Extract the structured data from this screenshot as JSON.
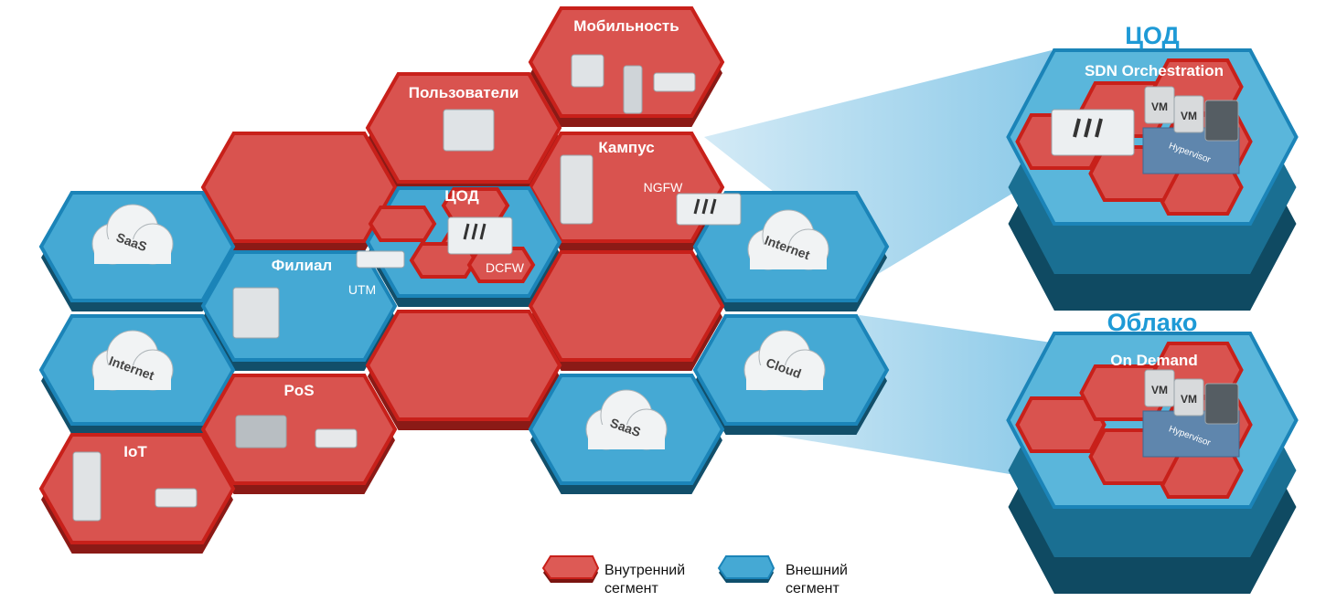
{
  "colors": {
    "internal": "#d9534f",
    "internal_edge": "#c8201a",
    "external": "#45a9d4",
    "external_edge": "#1b84b8"
  },
  "hexes": {
    "mobility": "Мобильность",
    "users": "Пользователи",
    "campus": "Кампус",
    "dc": "ЦОД",
    "branch": "Филиал",
    "saas1": "SaaS",
    "internet1": "Internet",
    "internet2": "Internet",
    "cloud": "Cloud",
    "saas2": "SaaS",
    "pos": "PoS",
    "iot": "IoT"
  },
  "devices": {
    "ngfw": "NGFW",
    "utm": "UTM",
    "dcfw": "DCFW"
  },
  "right": {
    "dc_title": "ЦОД",
    "dc_sub": "SDN Orchestration",
    "cloud_title": "Облако",
    "cloud_sub": "On Demand",
    "vm": "VM",
    "hypervisor": "Hypervisor"
  },
  "legend": {
    "internal": "Внутренний сегмент",
    "external": "Внешний сегмент"
  }
}
